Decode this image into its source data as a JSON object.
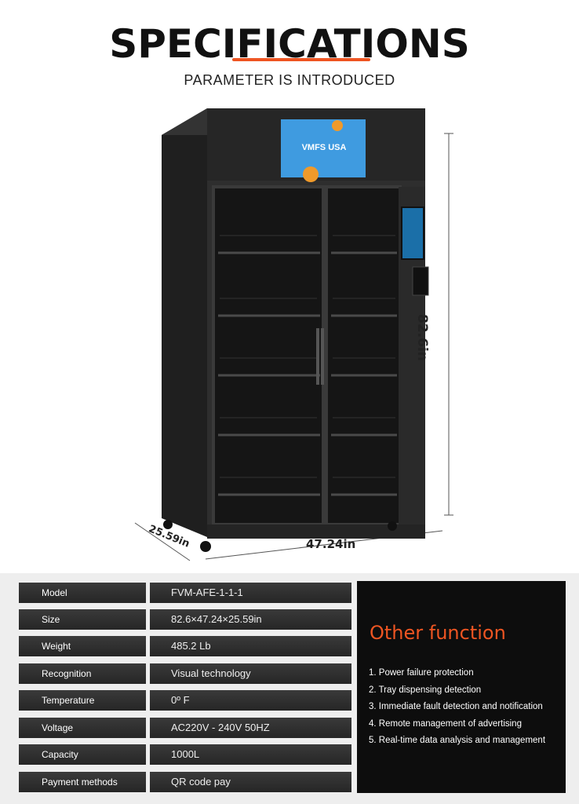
{
  "header": {
    "title": "SPECIFICATIONS",
    "subtitle": "PARAMETER IS INTRODUCED"
  },
  "product": {
    "screen_logo": "VMFS USA",
    "dimensions": {
      "height": "82.6in",
      "width": "47.24in",
      "depth": "25.59in"
    }
  },
  "specs": [
    {
      "label": "Model",
      "value": "FVM-AFE-1-1-1"
    },
    {
      "label": "Size",
      "value": "82.6×47.24×25.59in"
    },
    {
      "label": "Weight",
      "value": "485.2 Lb"
    },
    {
      "label": "Recognition",
      "value": "Visual  technology"
    },
    {
      "label": "Temperature",
      "value": "0º F"
    },
    {
      "label": "Voltage",
      "value": "AC220V - 240V 50HZ"
    },
    {
      "label": "Capacity",
      "value": "1000L"
    },
    {
      "label": "Payment methods",
      "value": "QR code pay"
    }
  ],
  "other": {
    "title": "Other function",
    "items": [
      "1. Power failure protection",
      "2. Tray dispensing detection",
      "3. Immediate fault detection and notification",
      "4. Remote management of advertising",
      "5. Real-time data analysis and management"
    ]
  },
  "colors": {
    "accent": "#ee5522",
    "cabinet": "#2b2b2b",
    "panel": "#0d0d0d"
  }
}
